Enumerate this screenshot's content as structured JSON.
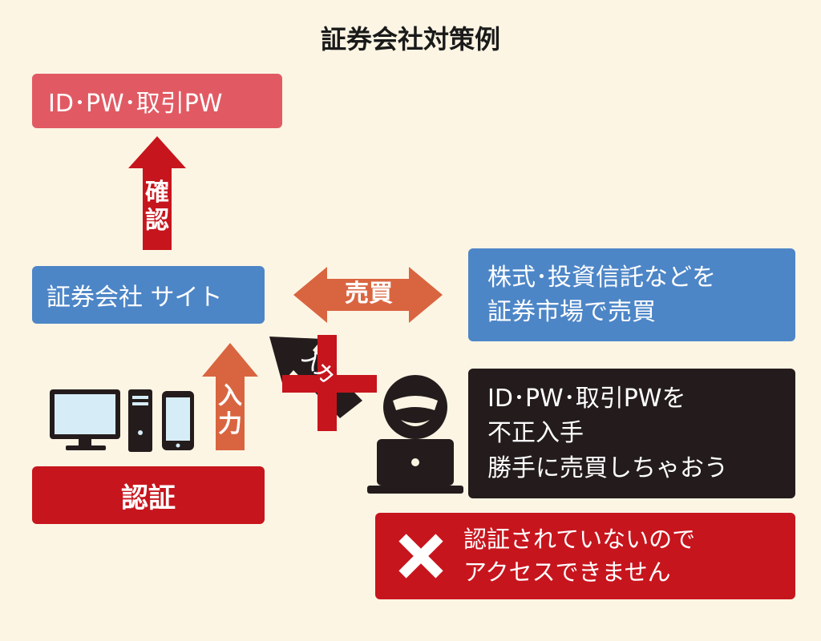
{
  "title": "証券会社対策例",
  "box_credentials": "ID･PW･取引PW",
  "arrow_confirm": [
    "確",
    "認"
  ],
  "box_site": "証券会社 サイト",
  "arrow_trade": "売買",
  "box_trade_lines": [
    "株式･投資信託などを",
    "証券市場で売買"
  ],
  "arrow_input": [
    "入",
    "力"
  ],
  "attacker_input_label": "入力",
  "box_attacker_lines": [
    "ID･PW･取引PWを",
    "不正入手",
    "勝手に売買しちゃおう"
  ],
  "box_auth": "認証",
  "box_denied_lines": [
    "認証されていないので",
    "アクセスできません"
  ],
  "colors": {
    "background": "#fcf5e4",
    "pink": "#e15a63",
    "blue": "#4d86c7",
    "orange_arrow": "#d96540",
    "red": "#c7151d",
    "dark": "#241c1c"
  }
}
